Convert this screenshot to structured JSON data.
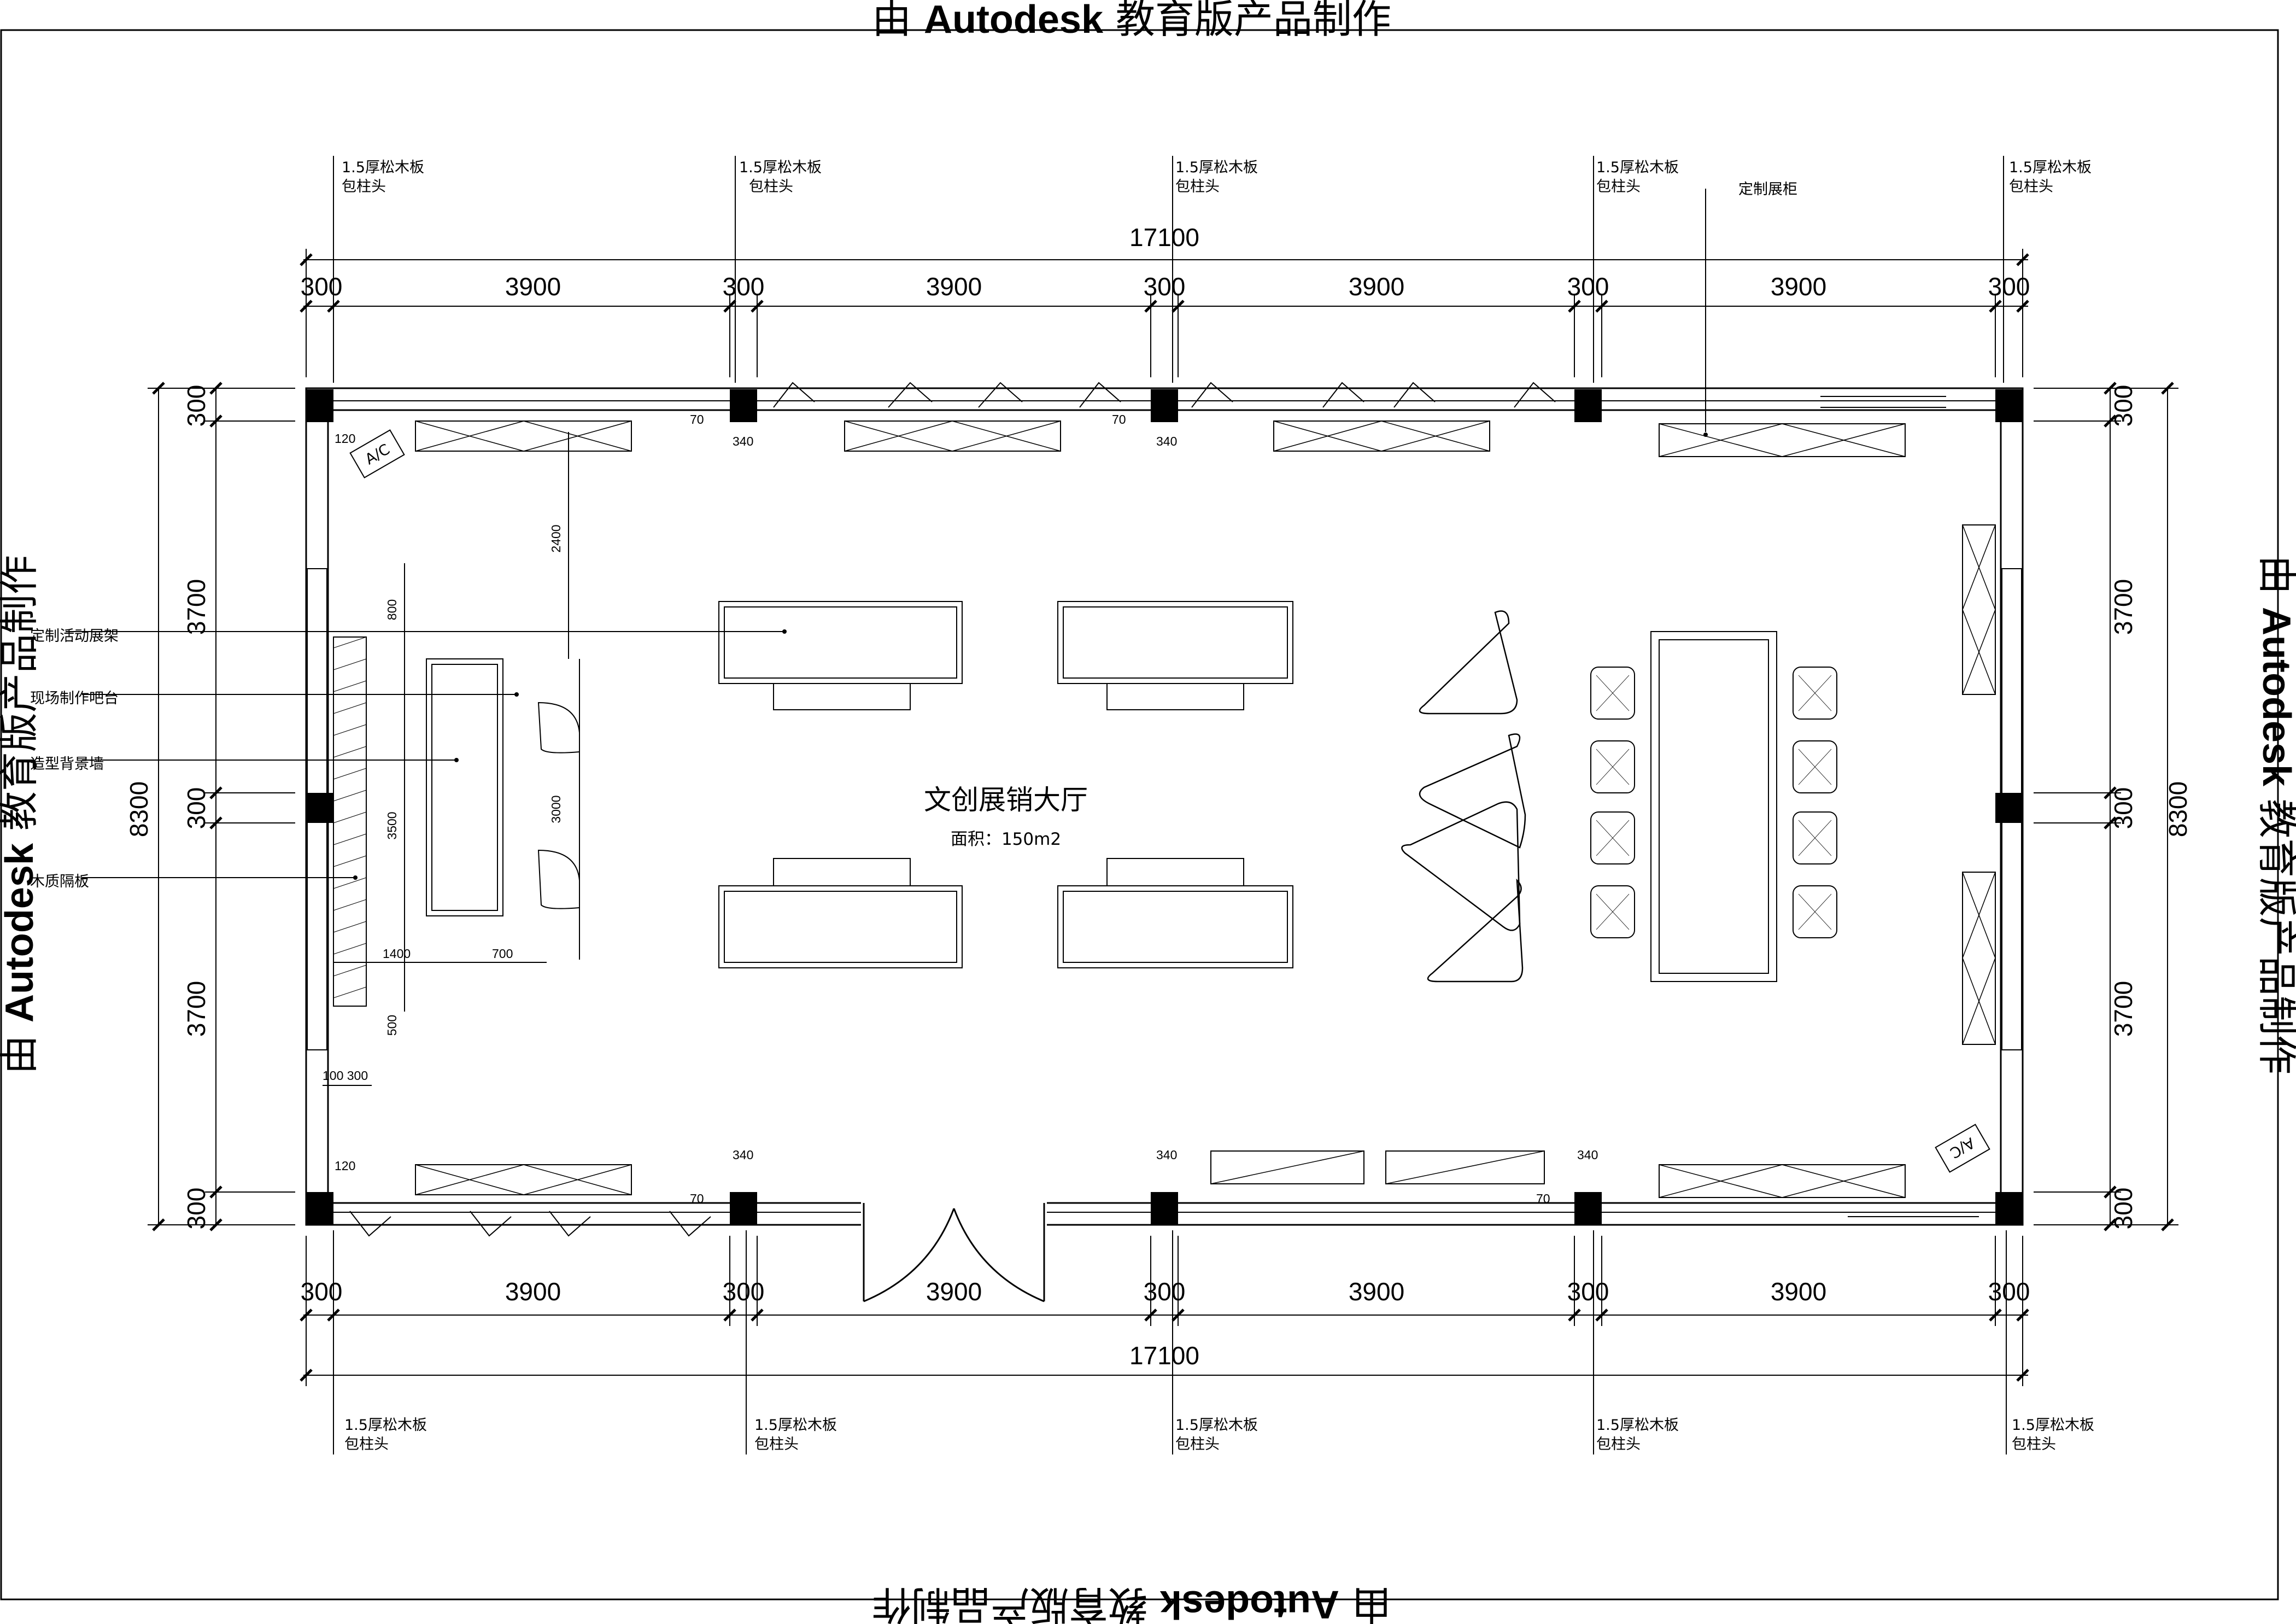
{
  "watermark": {
    "prefix": "由 ",
    "brand": "Autodesk",
    "suffix": " 教育版产品制作"
  },
  "room": {
    "name": "文创展销大厅",
    "area": "面积：150m2"
  },
  "overall_dims": {
    "width": "17100",
    "height": "8300"
  },
  "top_segments": [
    "300",
    "3900",
    "300",
    "3900",
    "300",
    "3900",
    "300",
    "3900",
    "300"
  ],
  "bottom_segments": [
    "300",
    "3900",
    "300",
    "3900",
    "300",
    "3900",
    "300",
    "3900",
    "300"
  ],
  "left_segments": [
    "300",
    "3700",
    "300",
    "3700",
    "300"
  ],
  "right_segments": [
    "300",
    "3700",
    "300",
    "3700",
    "300"
  ],
  "column_note": {
    "line1": "1.5厚松木板",
    "line2": "包柱头"
  },
  "display_cabinet_note": "定制展柜",
  "left_notes": [
    "定制活动展架",
    "现场制作吧台",
    "造型背景墙",
    "木质隔板"
  ],
  "small_dims": {
    "d120": "120",
    "d70": "70",
    "d340": "340",
    "d2400": "2400",
    "d800": "800",
    "d3500": "3500",
    "d3000": "3000",
    "d1400": "1400",
    "d700": "700",
    "d500": "500",
    "d100_300": "100 300"
  },
  "ac_label": "A/C"
}
